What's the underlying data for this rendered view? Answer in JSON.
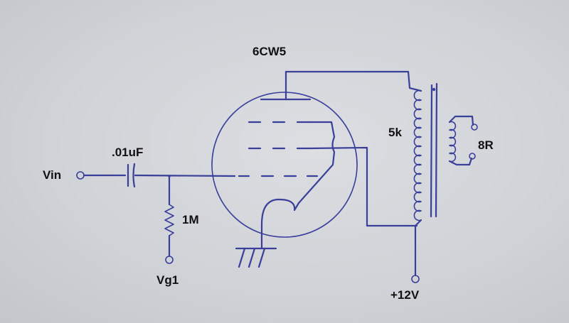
{
  "labels": {
    "tube": "6CW5",
    "capacitor": ".01uF",
    "input": "Vin",
    "resistor": "1M",
    "grid_node": "Vg1",
    "primary": "5k",
    "speaker": "8R",
    "supply": "+12V"
  },
  "colors": {
    "ink": "#3a3f9a",
    "paper": "#cfd2d6",
    "text": "#111111"
  }
}
